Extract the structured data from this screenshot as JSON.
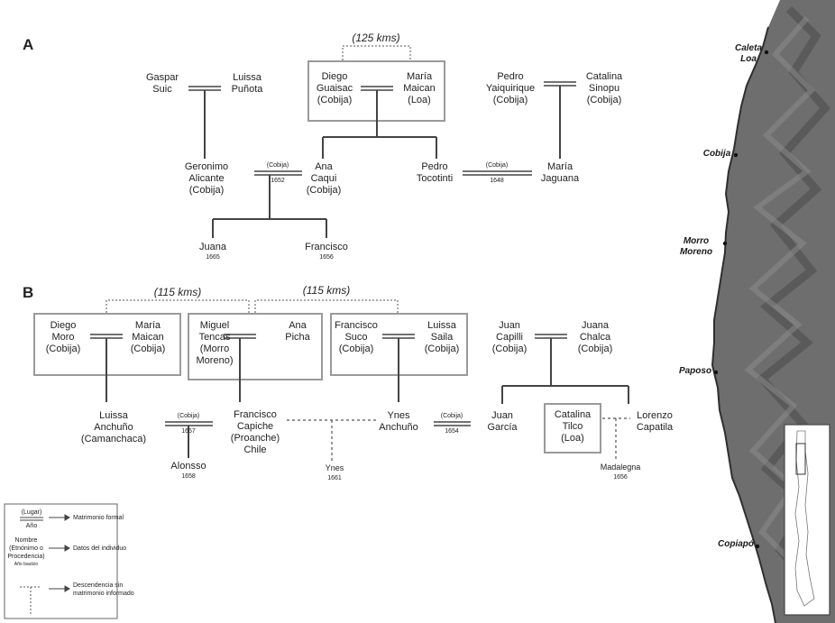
{
  "panels": {
    "a": "A",
    "b": "B"
  },
  "distances": {
    "a": "(125 kms)",
    "b1": "(115 kms)",
    "b2": "(115 kms)"
  },
  "people": {
    "gaspar": "Gaspar\nSuic",
    "luissa_punota": "Luissa\nPuñota",
    "diego_guaisac": "Diego\nGuaisac\n(Cobija)",
    "maria_maican_a": "María\nMaican\n(Loa)",
    "pedro_yaiquirique": "Pedro\nYaiquirique\n(Cobija)",
    "catalina_sinopu": "Catalina\nSinopu\n(Cobija)",
    "geronimo": "Geronimo\nAlicante\n(Cobija)",
    "ana_caqui": "Ana\nCaqui\n(Cobija)",
    "pedro_tocotinti": "Pedro\nTocotinti",
    "maria_jaguana": "María\nJaguana",
    "juana": "Juana",
    "francisco_a": "Francisco",
    "diego_moro": "Diego\nMoro\n(Cobija)",
    "maria_maican_b": "María\nMaican\n(Cobija)",
    "miguel": "Miguel\nTencas\n(Morro\nMoreno)",
    "ana_picha": "Ana\nPicha",
    "francisco_suco": "Francisco\nSuco\n(Cobija)",
    "luissa_saila": "Luissa\nSaila\n(Cobija)",
    "juan_capilli": "Juan\nCapilli\n(Cobija)",
    "juana_chalca": "Juana\nChalca\n(Cobija)",
    "luissa_anchuno": "Luissa\nAnchuño\n(Camanchaca)",
    "francisco_capiche": "Francisco\nCapiche\n(Proanche)\nChile",
    "ynes_anchuno": "Ynes\nAnchuño",
    "juan_garcia": "Juan\nGarcía",
    "catalina_tilco": "Catalina\nTilco\n(Loa)",
    "lorenzo": "Lorenzo\nCapatila",
    "alonsso": "Alonsso",
    "ynes": "Ynes",
    "madalegna": "Madalegna"
  },
  "dates": {
    "juana": "1665",
    "francisco_a": "1656",
    "alonsso": "1658",
    "ynes": "1661",
    "madalegna": "1656"
  },
  "marriages": {
    "geronimo_ana": {
      "place": "(Cobija)",
      "year": "1652"
    },
    "pedro_maria": {
      "place": "(Cobija)",
      "year": "1648"
    },
    "luissa_francisco": {
      "place": "(Cobija)",
      "year": "1657"
    },
    "ynes_juan": {
      "place": "(Cobija)",
      "year": "1654"
    }
  },
  "map_places": {
    "caleta_loa": "Caleta\nLoa",
    "cobija": "Cobija",
    "morro_moreno": "Morro\nMoreno",
    "paposo": "Paposo",
    "copiapo": "Copiapó"
  },
  "legend": {
    "lugar": "(Lugar)",
    "ano": "Año",
    "matrimonio": "Matrimonio formal",
    "nombre": "Nombre\n(Etnónimo o\nProcedencia)",
    "fecha": "Año bautizo",
    "datos": "Datos del individuo",
    "descendencia": "Descendencia sin\nmatrimonio informado"
  },
  "colors": {
    "line": "#444444",
    "box": "#9a9a9a",
    "map_base": "#6e6e6e"
  }
}
